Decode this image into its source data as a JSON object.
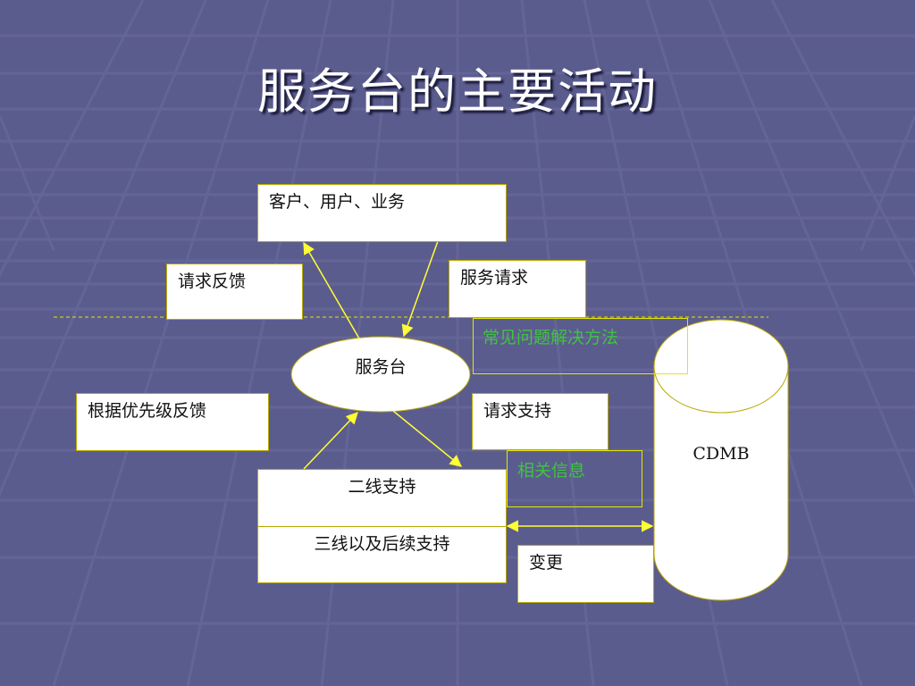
{
  "title": "服务台的主要活动",
  "boxes": {
    "customers": "客户、用户、业务",
    "feedback": "请求反馈",
    "service_request": "服务请求",
    "faq": "常见问题解决方法",
    "service_desk": "服务台",
    "priority_feedback": "根据优先级反馈",
    "request_support": "请求支持",
    "related_info": "相关信息",
    "second_line": "二线支持",
    "third_line": "三线以及后续支持",
    "change": "变更",
    "cdmb": "CDMB"
  },
  "colors": {
    "background": "#5b5c8e",
    "arrow": "#ffff33",
    "box_border": "#b8a800",
    "green_text": "#3ec43e"
  }
}
